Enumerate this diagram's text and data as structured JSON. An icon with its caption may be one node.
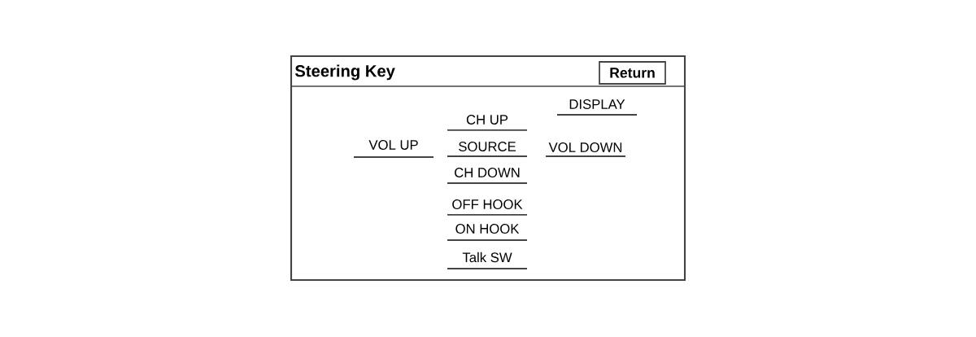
{
  "diagram": {
    "nodes": [
      {
        "text": [
          "Steering Key"
        ]
      },
      {
        "text": [
          "Return"
        ],
        "in": 0
      }
    ],
    "edges": [],
    "labels": [
      "DISPLAY",
      "CH UP",
      "VOL UP",
      "SOURCE",
      "VOL DOWN",
      "CH DOWN",
      "OFF HOOK",
      "ON HOOK",
      "Talk SW"
    ]
  }
}
